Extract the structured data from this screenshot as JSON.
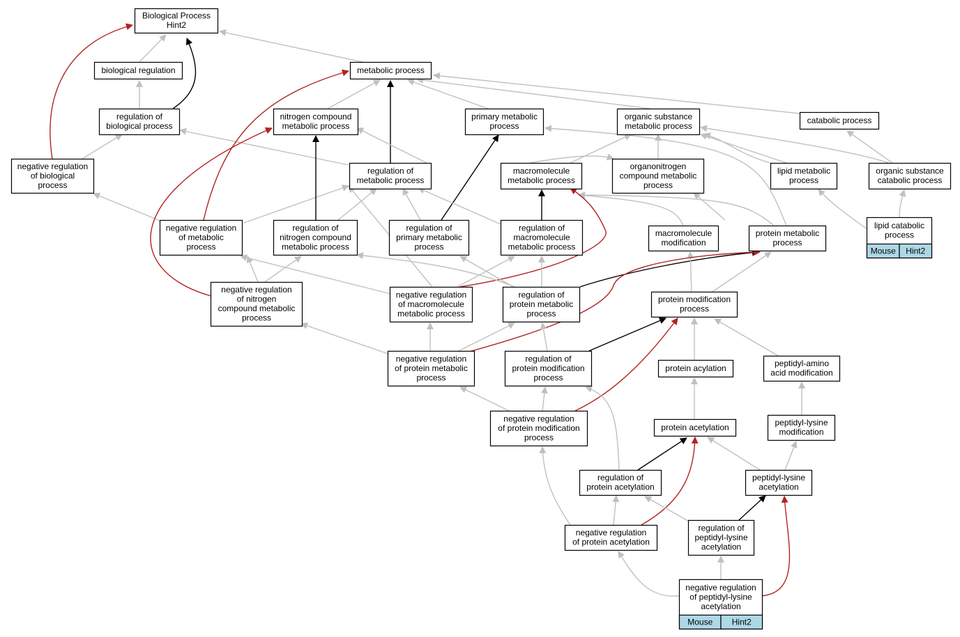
{
  "colors": {
    "is_a": "#c0c0c0",
    "part_of": "#000000",
    "negatively_regulates": "#b22222",
    "tag_fill": "#add8e6"
  },
  "nodes": [
    {
      "id": "bp",
      "lines": [
        "Biological Process",
        "Hint2"
      ]
    },
    {
      "id": "biological_regulation",
      "lines": [
        "biological regulation"
      ]
    },
    {
      "id": "metabolic_process",
      "lines": [
        "metabolic process"
      ]
    },
    {
      "id": "regulation_biological_process",
      "lines": [
        "regulation of",
        "biological process"
      ]
    },
    {
      "id": "nitrogen_compound_metabolic_process",
      "lines": [
        "nitrogen compound",
        "metabolic process"
      ]
    },
    {
      "id": "primary_metabolic_process",
      "lines": [
        "primary metabolic",
        "process"
      ]
    },
    {
      "id": "organic_substance_metabolic_process",
      "lines": [
        "organic substance",
        "metabolic process"
      ]
    },
    {
      "id": "catabolic_process",
      "lines": [
        "catabolic process"
      ]
    },
    {
      "id": "neg_reg_biological_process",
      "lines": [
        "negative regulation",
        "of biological",
        "process"
      ]
    },
    {
      "id": "regulation_metabolic_process",
      "lines": [
        "regulation of",
        "metabolic process"
      ]
    },
    {
      "id": "macromolecule_metabolic_process",
      "lines": [
        "macromolecule",
        "metabolic process"
      ]
    },
    {
      "id": "organonitrogen_compound_metabolic_process",
      "lines": [
        "organonitrogen",
        "compound metabolic",
        "process"
      ]
    },
    {
      "id": "lipid_metabolic_process",
      "lines": [
        "lipid metabolic",
        "process"
      ]
    },
    {
      "id": "organic_substance_catabolic_process",
      "lines": [
        "organic substance",
        "catabolic process"
      ]
    },
    {
      "id": "neg_reg_metabolic_process",
      "lines": [
        "negative regulation",
        "of metabolic",
        "process"
      ]
    },
    {
      "id": "reg_nitrogen_compound_metabolic_process",
      "lines": [
        "regulation of",
        "nitrogen compound",
        "metabolic process"
      ]
    },
    {
      "id": "reg_primary_metabolic_process",
      "lines": [
        "regulation of",
        "primary metabolic",
        "process"
      ]
    },
    {
      "id": "reg_macromolecule_metabolic_process",
      "lines": [
        "regulation of",
        "macromolecule",
        "metabolic process"
      ]
    },
    {
      "id": "macromolecule_modification",
      "lines": [
        "macromolecule",
        "modification"
      ]
    },
    {
      "id": "protein_metabolic_process",
      "lines": [
        "protein metabolic",
        "process"
      ]
    },
    {
      "id": "lipid_catabolic_process",
      "lines": [
        "lipid catabolic",
        "process"
      ],
      "tags": [
        "Mouse",
        "Hint2"
      ]
    },
    {
      "id": "neg_reg_nitrogen_compound_metabolic_process",
      "lines": [
        "negative regulation",
        "of nitrogen",
        "compound metabolic",
        "process"
      ]
    },
    {
      "id": "neg_reg_macromolecule_metabolic_process",
      "lines": [
        "negative regulation",
        "of macromolecule",
        "metabolic process"
      ]
    },
    {
      "id": "reg_protein_metabolic_process",
      "lines": [
        "regulation of",
        "protein metabolic",
        "process"
      ]
    },
    {
      "id": "protein_modification_process",
      "lines": [
        "protein modification",
        "process"
      ]
    },
    {
      "id": "neg_reg_protein_metabolic_process",
      "lines": [
        "negative regulation",
        "of protein metabolic",
        "process"
      ]
    },
    {
      "id": "reg_protein_modification_process",
      "lines": [
        "regulation of",
        "protein modification",
        "process"
      ]
    },
    {
      "id": "protein_acylation",
      "lines": [
        "protein acylation"
      ]
    },
    {
      "id": "peptidyl_amino_acid_modification",
      "lines": [
        "peptidyl-amino",
        "acid modification"
      ]
    },
    {
      "id": "neg_reg_protein_modification_process",
      "lines": [
        "negative regulation",
        "of protein modification",
        "process"
      ]
    },
    {
      "id": "protein_acetylation",
      "lines": [
        "protein acetylation"
      ]
    },
    {
      "id": "peptidyl_lysine_modification",
      "lines": [
        "peptidyl-lysine",
        "modification"
      ]
    },
    {
      "id": "reg_protein_acetylation",
      "lines": [
        "regulation of",
        "protein acetylation"
      ]
    },
    {
      "id": "peptidyl_lysine_acetylation",
      "lines": [
        "peptidyl-lysine",
        "acetylation"
      ]
    },
    {
      "id": "neg_reg_protein_acetylation",
      "lines": [
        "negative regulation",
        "of protein acetylation"
      ]
    },
    {
      "id": "reg_peptidyl_lysine_acetylation",
      "lines": [
        "regulation of",
        "peptidyl-lysine",
        "acetylation"
      ]
    },
    {
      "id": "neg_reg_peptidyl_lysine_acetylation",
      "lines": [
        "negative regulation",
        "of peptidyl-lysine",
        "acetylation"
      ],
      "tags": [
        "Mouse",
        "Hint2"
      ]
    }
  ]
}
